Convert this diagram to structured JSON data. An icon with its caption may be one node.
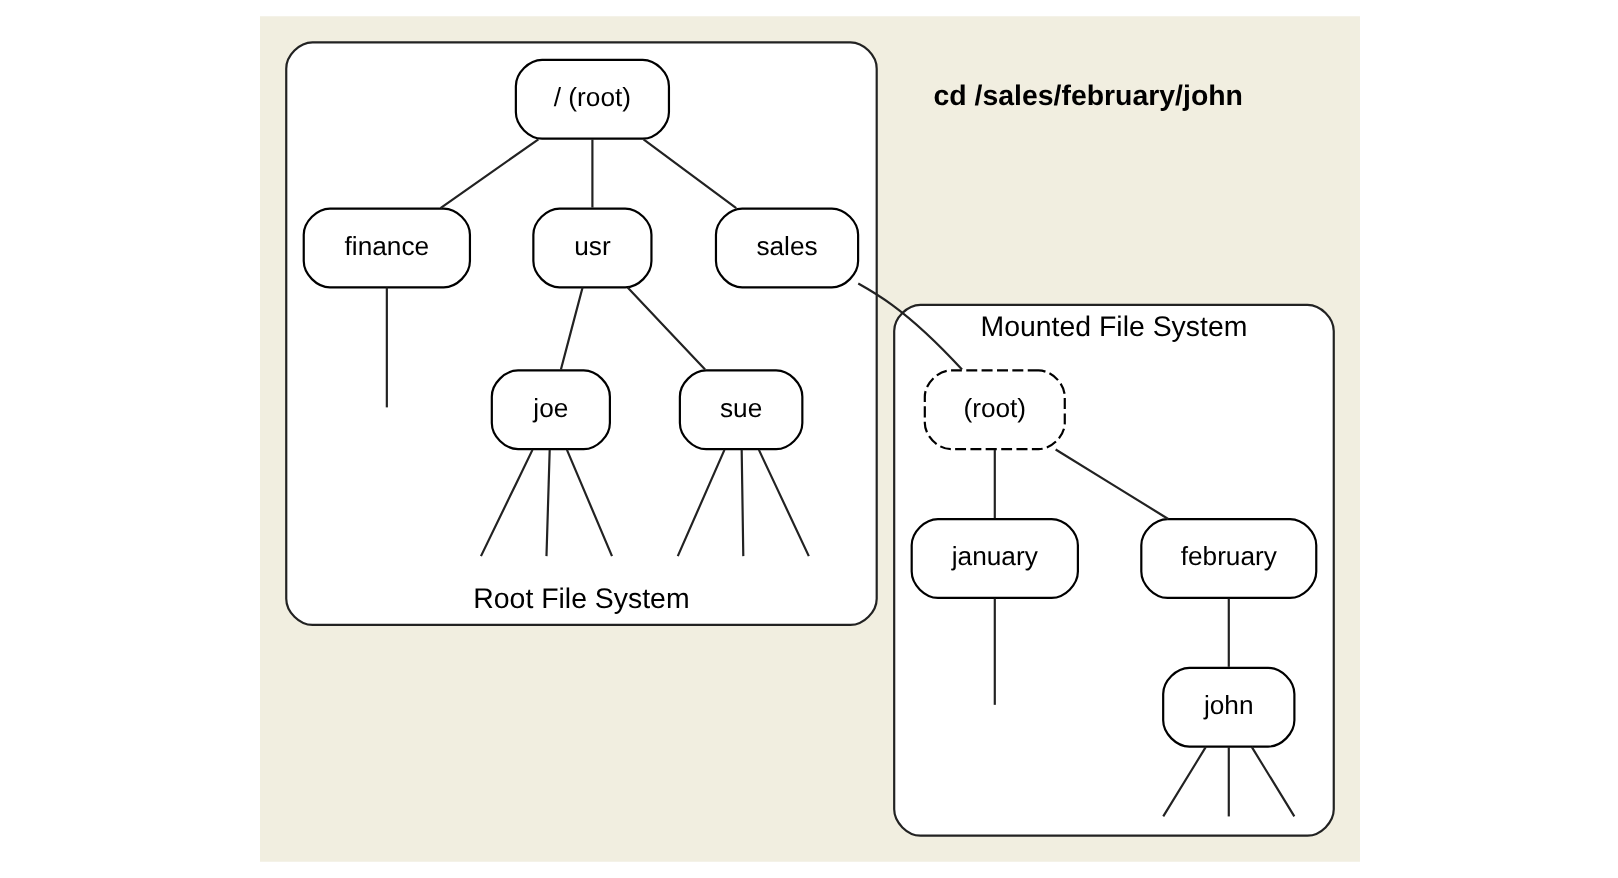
{
  "diagram": {
    "nodes": [
      {
        "text": [
          "Root File System"
        ]
      },
      {
        "text": [
          "/ (root)"
        ],
        "in": 0
      },
      {
        "text": [
          "finance"
        ],
        "in": 0
      },
      {
        "text": [
          "usr"
        ],
        "in": 0
      },
      {
        "text": [
          "sales"
        ],
        "in": 0
      },
      {
        "text": [
          "joe"
        ],
        "in": 0
      },
      {
        "text": [
          "sue"
        ],
        "in": 0
      },
      {
        "text": [
          "Mounted File System"
        ]
      },
      {
        "text": [
          "(root)"
        ],
        "in": 7
      },
      {
        "text": [
          "january"
        ],
        "in": 7
      },
      {
        "text": [
          "february"
        ],
        "in": 7
      },
      {
        "text": [
          "john"
        ],
        "in": 7
      }
    ],
    "edges": [
      {
        "from": 1,
        "to": 2,
        "arrow": "none"
      },
      {
        "from": 1,
        "to": 3,
        "arrow": "none"
      },
      {
        "from": 1,
        "to": 4,
        "arrow": "none"
      },
      {
        "from": 2,
        "to": null,
        "arrow": "none"
      },
      {
        "from": 3,
        "to": 5,
        "arrow": "none"
      },
      {
        "from": 3,
        "to": 6,
        "arrow": "none"
      },
      {
        "from": 5,
        "to": null,
        "arrow": "none"
      },
      {
        "from": 5,
        "to": null,
        "arrow": "none"
      },
      {
        "from": 5,
        "to": null,
        "arrow": "none"
      },
      {
        "from": 6,
        "to": null,
        "arrow": "none"
      },
      {
        "from": 6,
        "to": null,
        "arrow": "none"
      },
      {
        "from": 6,
        "to": null,
        "arrow": "none"
      },
      {
        "from": 4,
        "to": 8,
        "arrow": "none"
      },
      {
        "from": 8,
        "to": 9,
        "arrow": "none"
      },
      {
        "from": 8,
        "to": 10,
        "arrow": "none"
      },
      {
        "from": 9,
        "to": null,
        "arrow": "none"
      },
      {
        "from": 10,
        "to": 11,
        "arrow": "none"
      },
      {
        "from": 11,
        "to": null,
        "arrow": "none"
      },
      {
        "from": 11,
        "to": null,
        "arrow": "none"
      },
      {
        "from": 11,
        "to": null,
        "arrow": "none"
      }
    ],
    "labels": [
      "cd /sales/february/john"
    ]
  }
}
